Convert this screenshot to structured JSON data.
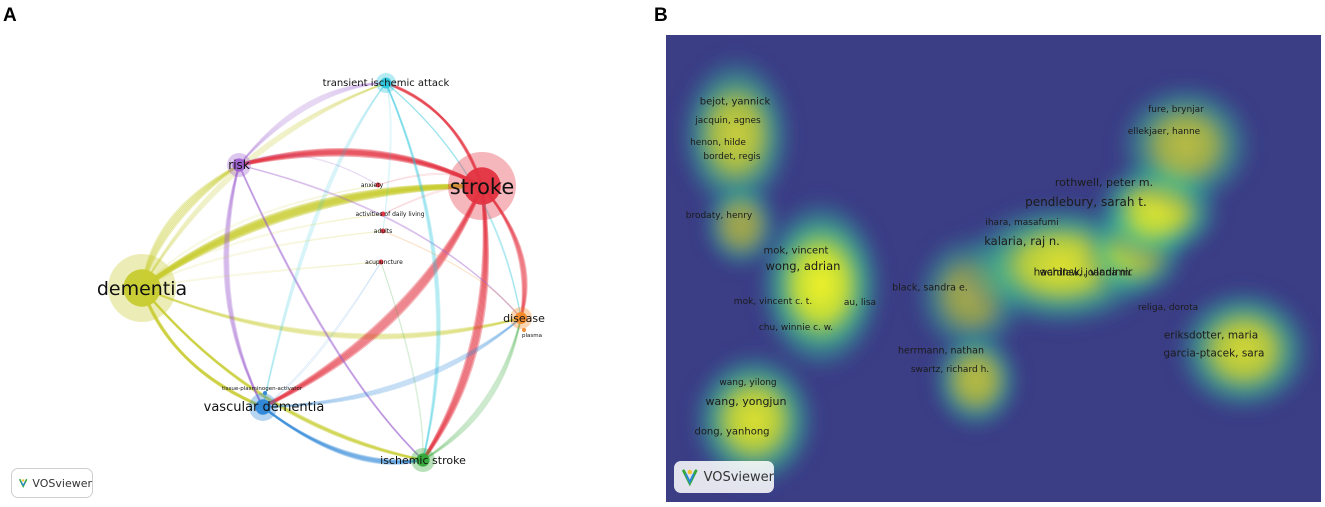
{
  "panels": {
    "a_letter": "A",
    "b_letter": "B"
  },
  "badge": {
    "label": "VOSviewer",
    "icon": "vosviewer-logo-icon"
  },
  "network": {
    "colors": {
      "yellow": "#c8cc2f",
      "red": "#e33240",
      "purple": "#9d5fd0",
      "cyan": "#2cc6dc",
      "blue": "#2c86d6",
      "green": "#33a838",
      "orange": "#f28a2a"
    },
    "nodes": [
      {
        "id": "dementia",
        "label": "dementia",
        "color": "#c8cc2f",
        "size": 34,
        "font": 19
      },
      {
        "id": "stroke",
        "label": "stroke",
        "color": "#e33240",
        "size": 34,
        "font": 21
      },
      {
        "id": "risk",
        "label": "risk",
        "color": "#9d5fd0",
        "size": 12,
        "font": 12
      },
      {
        "id": "tia",
        "label": "transient ischemic attack",
        "color": "#2cc6dc",
        "size": 10,
        "font": 10
      },
      {
        "id": "vascular",
        "label": "vascular dementia",
        "color": "#2c86d6",
        "size": 14,
        "font": 13
      },
      {
        "id": "ischemic",
        "label": "ischemic stroke",
        "color": "#33a838",
        "size": 12,
        "font": 11
      },
      {
        "id": "disease",
        "label": "disease",
        "color": "#f28a2a",
        "size": 11,
        "font": 11
      },
      {
        "id": "anxiety",
        "label": "anxiety",
        "color": "#e33240",
        "size": 2.5,
        "font": 6
      },
      {
        "id": "adl",
        "label": "activities of daily living",
        "color": "#e33240",
        "size": 2.5,
        "font": 6
      },
      {
        "id": "adults",
        "label": "adults",
        "color": "#e33240",
        "size": 2.5,
        "font": 6
      },
      {
        "id": "acupuncture",
        "label": "acupuncture",
        "color": "#e33240",
        "size": 2.5,
        "font": 6
      },
      {
        "id": "plasma",
        "label": "plasma",
        "color": "#f28a2a",
        "size": 2,
        "font": 5.5
      },
      {
        "id": "tpa",
        "label": "tissue-plasminogen-activator",
        "color": "#2c86d6",
        "size": 2,
        "font": 5.5
      }
    ],
    "links": [
      [
        "dementia",
        "stroke",
        10
      ],
      [
        "dementia",
        "risk",
        5
      ],
      [
        "dementia",
        "tia",
        3
      ],
      [
        "dementia",
        "vascular",
        6
      ],
      [
        "dementia",
        "ischemic",
        5
      ],
      [
        "dementia",
        "disease",
        4
      ],
      [
        "stroke",
        "risk",
        8
      ],
      [
        "stroke",
        "tia",
        5
      ],
      [
        "stroke",
        "vascular",
        7
      ],
      [
        "stroke",
        "ischemic",
        7
      ],
      [
        "stroke",
        "disease",
        5
      ],
      [
        "risk",
        "tia",
        3
      ],
      [
        "risk",
        "vascular",
        4
      ],
      [
        "risk",
        "ischemic",
        3
      ],
      [
        "risk",
        "disease",
        2
      ],
      [
        "tia",
        "vascular",
        2
      ],
      [
        "tia",
        "ischemic",
        3
      ],
      [
        "tia",
        "disease",
        2
      ],
      [
        "vascular",
        "ischemic",
        5
      ],
      [
        "vascular",
        "disease",
        3
      ],
      [
        "ischemic",
        "disease",
        3
      ],
      [
        "dementia",
        "anxiety",
        1
      ],
      [
        "dementia",
        "adl",
        1
      ],
      [
        "dementia",
        "adults",
        1
      ],
      [
        "dementia",
        "acupuncture",
        1
      ],
      [
        "risk",
        "anxiety",
        1
      ],
      [
        "tia",
        "adults",
        1
      ],
      [
        "vascular",
        "acupuncture",
        1
      ],
      [
        "ischemic",
        "acupuncture",
        1
      ],
      [
        "stroke",
        "adl",
        1
      ],
      [
        "stroke",
        "anxiety",
        1
      ],
      [
        "disease",
        "adults",
        1
      ]
    ]
  },
  "density": {
    "background": "#3b3d85",
    "authors": [
      {
        "label": "bejot, yannick",
        "size": 10
      },
      {
        "label": "jacquin, agnes",
        "size": 9
      },
      {
        "label": "henon, hilde",
        "size": 9
      },
      {
        "label": "bordet, regis",
        "size": 9
      },
      {
        "label": "brodaty, henry",
        "size": 9
      },
      {
        "label": "mok, vincent",
        "size": 10
      },
      {
        "label": "wong, adrian",
        "size": 11.5
      },
      {
        "label": "mok, vincent c. t.",
        "size": 9
      },
      {
        "label": "au, lisa",
        "size": 9
      },
      {
        "label": "chu, winnie c. w.",
        "size": 9
      },
      {
        "label": "wang, yilong",
        "size": 9
      },
      {
        "label": "wang, yongjun",
        "size": 11
      },
      {
        "label": "dong, yanhong",
        "size": 10
      },
      {
        "label": "fure, brynjar",
        "size": 9
      },
      {
        "label": "ellekjaer, hanne",
        "size": 9
      },
      {
        "label": "rothwell, peter m.",
        "size": 11
      },
      {
        "label": "pendlebury, sarah t.",
        "size": 12
      },
      {
        "label": "ihara, masafumi",
        "size": 9
      },
      {
        "label": "kalaria, raj n.",
        "size": 11.5
      },
      {
        "label": "hachinski, vladimir",
        "size": 10.5
      },
      {
        "label": "black, sandra e.",
        "size": 9.5
      },
      {
        "label": "wardlaw, joanna m.",
        "size": 9.5
      },
      {
        "label": "religa, dorota",
        "size": 9
      },
      {
        "label": "eriksdotter, maria",
        "size": 10.5
      },
      {
        "label": "garcia-ptacek, sara",
        "size": 10.5
      },
      {
        "label": "herrmann, nathan",
        "size": 9.5
      },
      {
        "label": "swartz, richard h.",
        "size": 9
      }
    ]
  }
}
